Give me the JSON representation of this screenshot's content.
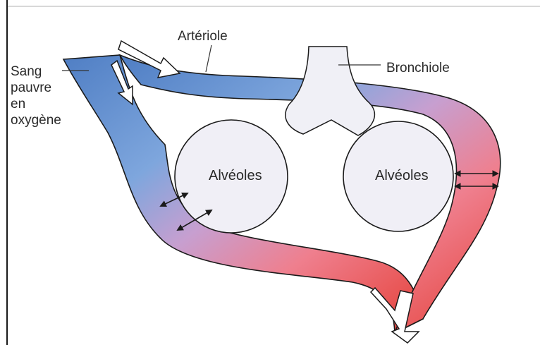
{
  "labels": {
    "sang": "Sang\npauvre\nen\noxygène",
    "arteriole": "Artériole",
    "bronchiole": "Bronchiole",
    "alveoles_left": "Alvéoles",
    "alveoles_right": "Alvéoles"
  },
  "colors": {
    "oxygen_poor_blood": "#5a86c8",
    "mixed_blood": "#c99ac8",
    "oxygen_rich_blood": "#e8433b",
    "airway": "#f0f0f6",
    "outline": "#1a1a1a",
    "leader_line": "#333333"
  }
}
